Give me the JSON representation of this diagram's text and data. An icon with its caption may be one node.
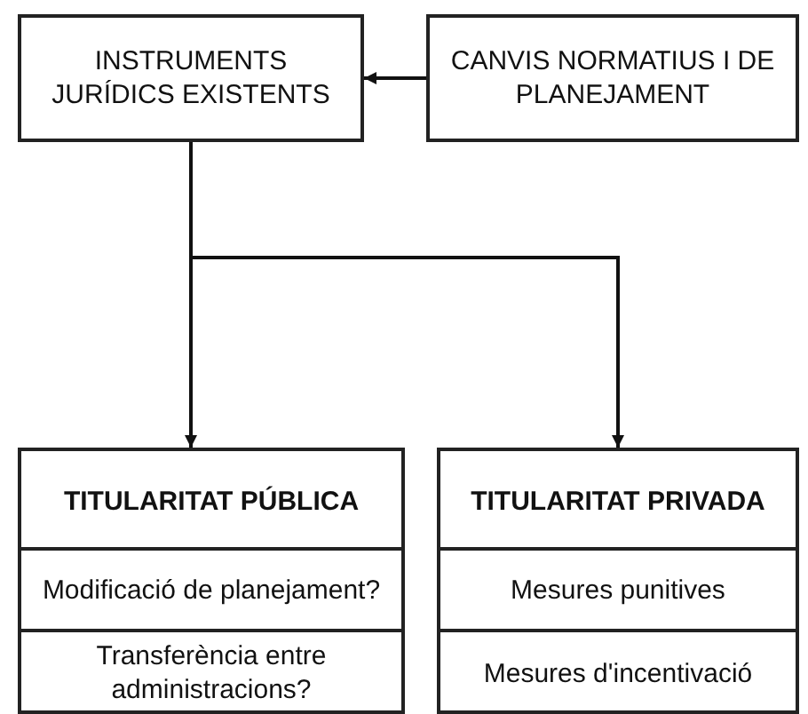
{
  "diagram": {
    "nodes": [
      {
        "text": [
          "INSTRUMENTS JURÍDICS EXISTENTS"
        ]
      },
      {
        "text": [
          "CANVIS NORMATIUS I DE PLANEJAMENT"
        ]
      },
      {
        "text": [
          "TITULARITAT PÚBLICA"
        ]
      },
      {
        "text": [
          "Modificació de planejament?"
        ],
        "in": 2
      },
      {
        "text": [
          "Transferència entre administracions?"
        ],
        "in": 2
      },
      {
        "text": [
          "TITULARITAT PRIVADA"
        ]
      },
      {
        "text": [
          "Mesures punitives"
        ],
        "in": 5
      },
      {
        "text": [
          "Mesures d'incentivació"
        ],
        "in": 5
      }
    ],
    "edges": [
      {
        "from": 1,
        "to": 0,
        "arrow": "to"
      },
      {
        "from": 0,
        "to": 2,
        "arrow": "to"
      },
      {
        "from": 0,
        "to": 5,
        "arrow": "to"
      }
    ]
  }
}
